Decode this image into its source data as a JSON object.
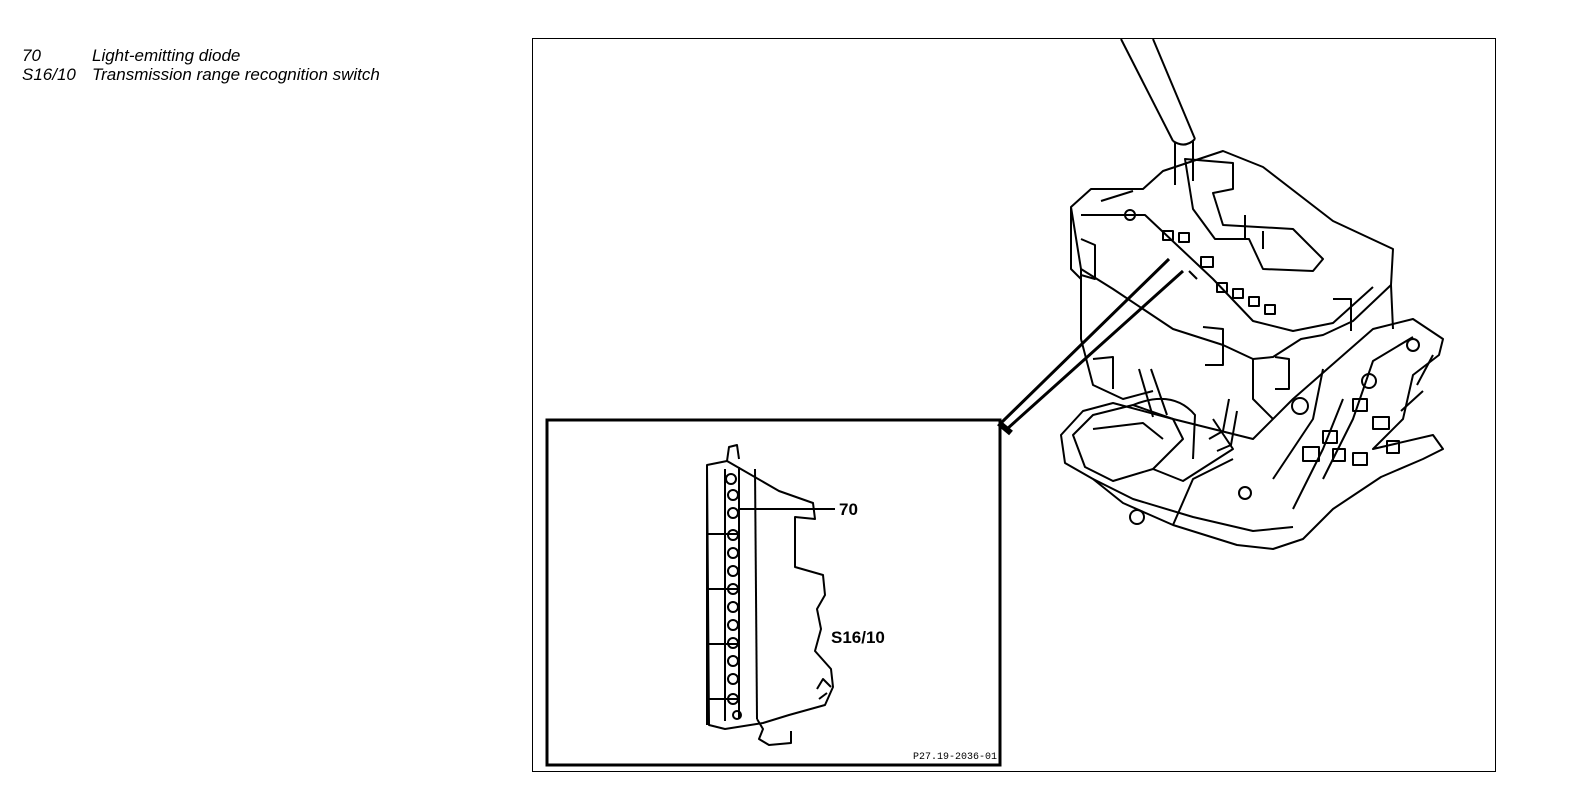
{
  "legend": [
    {
      "code": "70",
      "text": "Light-emitting diode"
    },
    {
      "code": "S16/10",
      "text": "Transmission range recognition switch"
    }
  ],
  "figure": {
    "callouts": {
      "led": "70",
      "switch": "S16/10"
    },
    "figure_id": "P27.19-2036-01"
  }
}
